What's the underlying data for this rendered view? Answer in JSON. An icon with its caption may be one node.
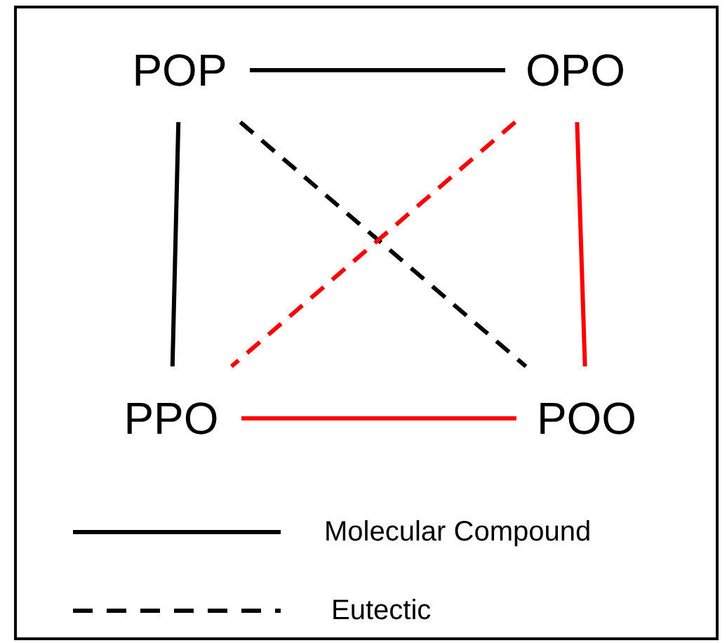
{
  "diagram": {
    "nodes": [
      {
        "text": [
          "POP"
        ]
      },
      {
        "text": [
          "OPO"
        ]
      },
      {
        "text": [
          "PPO"
        ]
      },
      {
        "text": [
          "POO"
        ]
      }
    ],
    "edges": [
      {
        "from": 0,
        "to": 1,
        "arrow": "none"
      },
      {
        "from": 0,
        "to": 2,
        "arrow": "none"
      },
      {
        "from": 0,
        "to": 3,
        "arrow": "none",
        "style": "dashed"
      },
      {
        "from": 1,
        "to": 3,
        "arrow": "none",
        "color": "#ff0000"
      },
      {
        "from": 1,
        "to": 2,
        "arrow": "none",
        "style": "dashed",
        "color": "#ff0000"
      },
      {
        "from": 2,
        "to": 3,
        "arrow": "none",
        "color": "#ff0000"
      }
    ],
    "legend": [
      {
        "text": "Molecular Compound"
      },
      {
        "text": "Eutectic"
      }
    ]
  }
}
